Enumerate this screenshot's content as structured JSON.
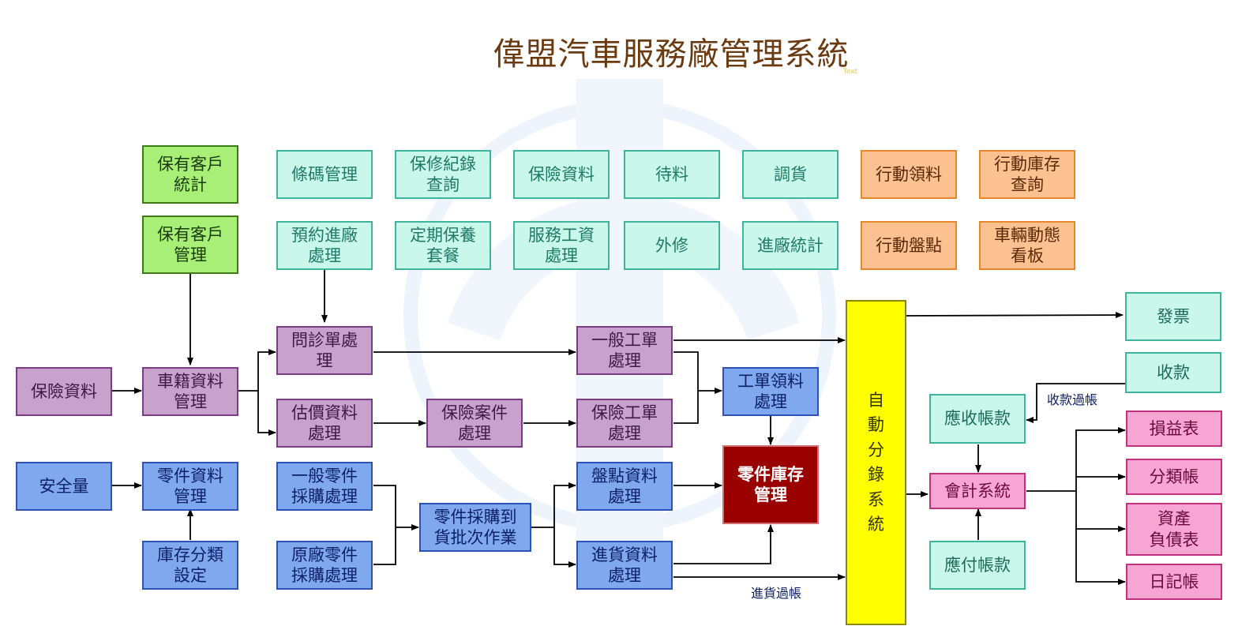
{
  "title": "偉盟汽車服務廠管理系統",
  "tiny_text": "Text",
  "boxes": {
    "cust_stats": "保有客戶\n統計",
    "cust_mgmt": "保有客戶\n管理",
    "barcode": "條碼管理",
    "warranty_query": "保修紀錄\n查詢",
    "insurance_top": "保險資料",
    "waiting": "待料",
    "transfer": "調貨",
    "mobile_pick": "行動領料",
    "mobile_stock_query": "行動庫存\n查詢",
    "appointment": "預約進廠\n處理",
    "maintenance_package": "定期保養\n套餐",
    "service_wage": "服務工資\n處理",
    "outsource": "外修",
    "entry_stats": "進廠統計",
    "mobile_count": "行動盤點",
    "vehicle_board": "車輛動態\n看板",
    "insurance_left": "保險資料",
    "vehicle_reg": "車籍資料\n管理",
    "inquiry": "問診單處\n理",
    "estimate": "估價資料\n處理",
    "insurance_case": "保險案件\n處理",
    "general_order": "一般工單\n處理",
    "insurance_order": "保險工單\n處理",
    "order_pick": "工單領料\n處理",
    "safety_stock": "安全量",
    "parts_data": "零件資料\n管理",
    "stock_category": "庫存分類\n設定",
    "general_parts_purchase": "一般零件\n採購處理",
    "oem_parts_purchase": "原廠零件\n採購處理",
    "parts_batch": "零件採購到\n貨批次作業",
    "stocktake": "盤點資料\n處理",
    "goods_receipt": "進貨資料\n處理",
    "parts_inventory": "零件庫存\n管理",
    "auto_journal": "自\n動\n分\n錄\n系\n統",
    "invoice": "發票",
    "receipt": "收款",
    "receivable": "應收帳款",
    "accounting": "會計系統",
    "payable": "應付帳款",
    "income_statement": "損益表",
    "ledger": "分類帳",
    "balance_sheet": "資產\n負債表",
    "journal": "日記帳"
  },
  "edge_labels": {
    "receipt_posting": "收款過帳",
    "purchase_posting": "進貨過帳"
  }
}
